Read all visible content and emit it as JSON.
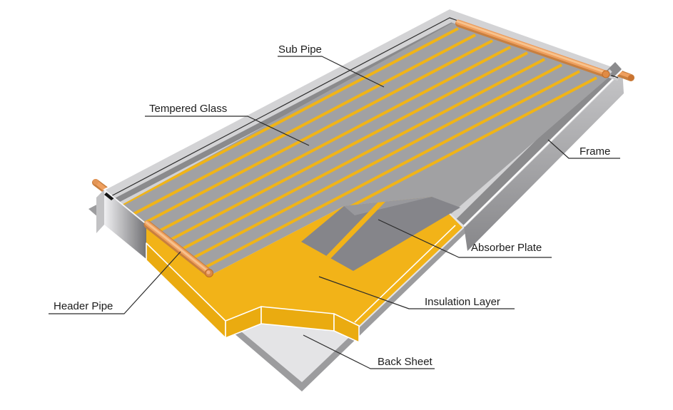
{
  "labels": {
    "sub_pipe": "Sub Pipe",
    "tempered_glass": "Tempered Glass",
    "frame": "Frame",
    "absorber_plate": "Absorber Plate",
    "insulation_layer": "Insulation Layer",
    "back_sheet": "Back Sheet",
    "header_pipe": "Header Pipe"
  },
  "figure": {
    "sub_pipe_count": 9
  },
  "colors": {
    "background": "#ffffff",
    "glass": "#a1a1a3",
    "riser_yellow": "#f0b418",
    "insulation": "#f2b318",
    "insulation_face": "#eaab10",
    "absorber": "#85858a",
    "absorber_under_glass": "#98989c",
    "seal_black": "#141414",
    "rim_light": "#d3d3d5",
    "band_dark": "#8a8a8c",
    "lip_light": "#d2d2d4",
    "back_sheet_top": "#e4e4e6",
    "back_sheet_edge": "#9c9c9e",
    "pipe_base": "#c87f3f",
    "pipe_mid": "#ef9f5e",
    "pipe_light": "#f7c28d",
    "label_text": "#1c1c1c",
    "label_line": "#2b2b2b"
  }
}
